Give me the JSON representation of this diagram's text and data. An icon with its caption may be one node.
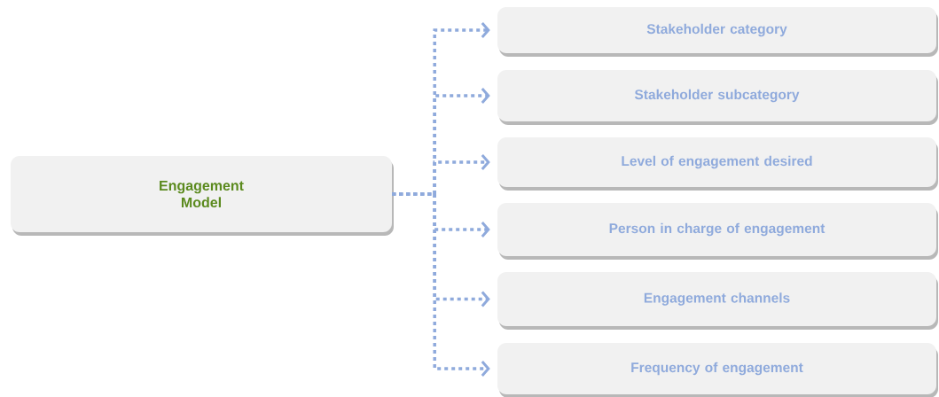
{
  "diagram": {
    "nodes": [
      {
        "text": [
          "Engagement Model"
        ]
      },
      {
        "text": [
          "Stakeholder category"
        ]
      },
      {
        "text": [
          "Stakeholder subcategory"
        ]
      },
      {
        "text": [
          "Level of engagement desired"
        ]
      },
      {
        "text": [
          "Person in charge of engagement"
        ]
      },
      {
        "text": [
          "Engagement channels"
        ]
      },
      {
        "text": [
          "Frequency of engagement"
        ]
      }
    ],
    "edges": [
      {
        "from": 0,
        "to": 1,
        "arrow": "to",
        "style": "dashed"
      },
      {
        "from": 0,
        "to": 2,
        "arrow": "to",
        "style": "dashed"
      },
      {
        "from": 0,
        "to": 3,
        "arrow": "to",
        "style": "dashed"
      },
      {
        "from": 0,
        "to": 4,
        "arrow": "to",
        "style": "dashed"
      },
      {
        "from": 0,
        "to": 5,
        "arrow": "to",
        "style": "dashed"
      },
      {
        "from": 0,
        "to": 6,
        "arrow": "to",
        "style": "dashed"
      }
    ]
  }
}
